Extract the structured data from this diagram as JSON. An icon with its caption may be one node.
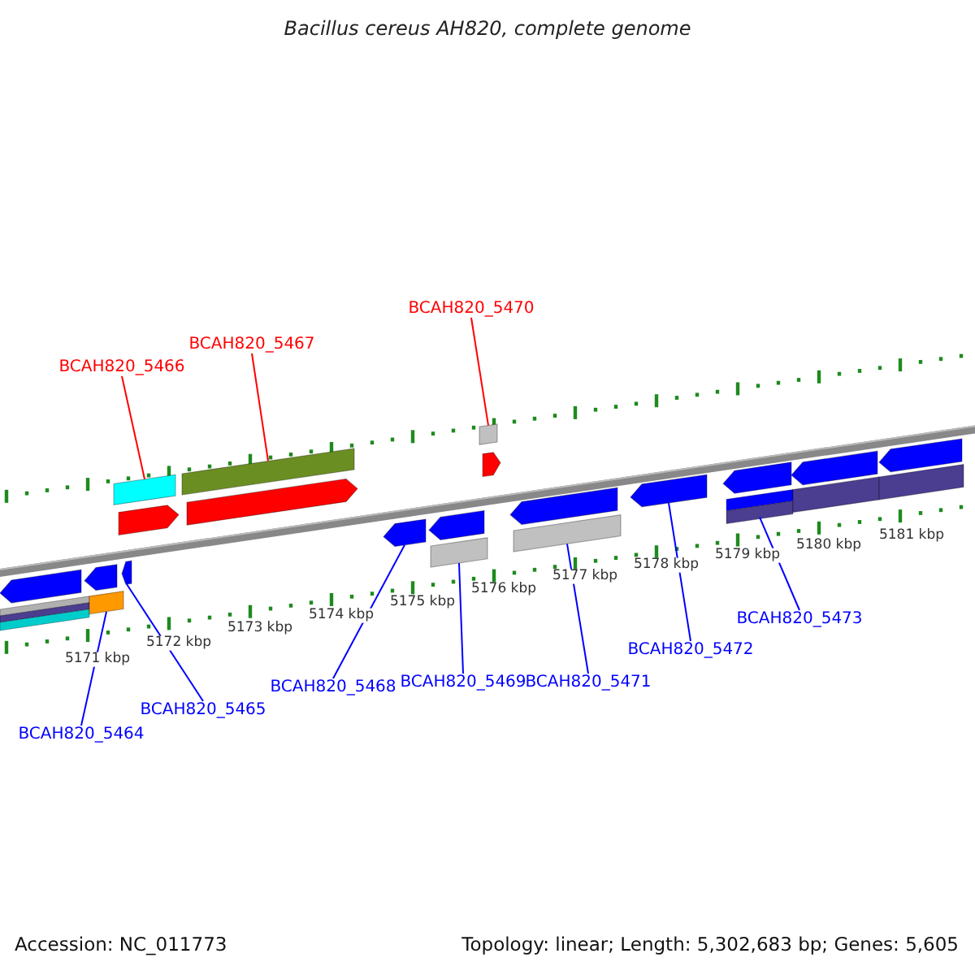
{
  "diagram": {
    "title": "Bacillus cereus AH820, complete genome",
    "nodes": [
      {
        "text": [
          "BCAH820_5470"
        ]
      },
      {
        "text": [
          "BCAH820_5467"
        ]
      },
      {
        "text": [
          "BCAH820_5466"
        ]
      },
      {
        "text": [
          "BCAH820_5473"
        ]
      },
      {
        "text": [
          "BCAH820_5472"
        ]
      },
      {
        "text": [
          "BCAH820_5468"
        ]
      },
      {
        "text": [
          "BCAH820_5469"
        ]
      },
      {
        "text": [
          "BCAH820_5471"
        ]
      },
      {
        "text": [
          "BCAH820_5465"
        ]
      },
      {
        "text": [
          "BCAH820_5464"
        ]
      },
      {
        "text": [],
        "shape": "arrow"
      },
      {
        "text": [],
        "shape": "bar"
      },
      {
        "text": [],
        "shape": "arrow"
      },
      {
        "text": [],
        "shape": "bar"
      },
      {
        "text": [],
        "shape": "bar"
      },
      {
        "text": [],
        "shape": "arrow"
      },
      {
        "text": [],
        "shape": "arrow"
      },
      {
        "text": [],
        "shape": "bar"
      },
      {
        "text": [],
        "shape": "arrow"
      },
      {
        "text": [],
        "shape": "arrow"
      },
      {
        "text": [],
        "shape": "arrow"
      },
      {
        "text": [],
        "shape": "bar"
      },
      {
        "text": [],
        "shape": "bar"
      },
      {
        "text": [],
        "shape": "arrow"
      },
      {
        "text": [],
        "shape": "arrow"
      },
      {
        "text": [],
        "shape": "bar"
      },
      {
        "text": [],
        "shape": "arrow"
      },
      {
        "text": [],
        "shape": "arrow"
      },
      {
        "text": [],
        "shape": "bar"
      },
      {
        "text": [],
        "shape": "arrow"
      },
      {
        "text": [],
        "shape": "bar"
      },
      {
        "text": [],
        "shape": "arrow"
      },
      {
        "text": [],
        "shape": "bar"
      }
    ],
    "edges": [
      {
        "from": 0,
        "to": 22,
        "arrow": "none",
        "color": "#ff0000"
      },
      {
        "from": 1,
        "to": 17,
        "arrow": "none",
        "color": "#ff0000"
      },
      {
        "from": 2,
        "to": 14,
        "arrow": "none",
        "color": "#ff0000"
      },
      {
        "from": 3,
        "to": 28,
        "arrow": "none"
      },
      {
        "from": 4,
        "to": 26,
        "arrow": "none"
      },
      {
        "from": 5,
        "to": 19,
        "arrow": "none"
      },
      {
        "from": 6,
        "to": 21,
        "arrow": "none"
      },
      {
        "from": 7,
        "to": 25,
        "arrow": "none"
      },
      {
        "from": 8,
        "to": 16,
        "arrow": "none"
      },
      {
        "from": 9,
        "to": 13,
        "arrow": "none"
      }
    ],
    "labels": [
      "5181 kbp",
      "5180 kbp",
      "5179 kbp",
      "5178 kbp",
      "5177 kbp",
      "5176 kbp",
      "5175 kbp",
      "5174 kbp",
      "5173 kbp",
      "5172 kbp",
      "5171 kbp",
      "Accession: NC_011773",
      "Topology: linear; Length: 5,302,683 bp; Genes: 5,605"
    ]
  }
}
